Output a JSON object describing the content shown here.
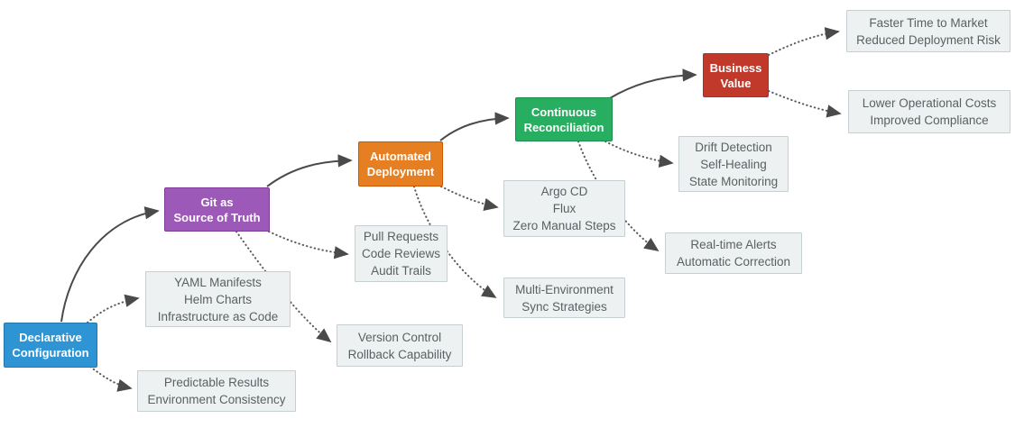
{
  "diagram": {
    "description": "GitOps flow diagram",
    "nodes": {
      "declarative": {
        "label": "Declarative\nConfiguration"
      },
      "git": {
        "label": "Git as\nSource of Truth"
      },
      "automated": {
        "label": "Automated\nDeployment"
      },
      "continuous": {
        "label": "Continuous\nReconciliation"
      },
      "business": {
        "label": "Business\nValue"
      }
    },
    "details": {
      "yaml": {
        "label": "YAML Manifests\nHelm Charts\nInfrastructure as Code"
      },
      "predictable": {
        "label": "Predictable Results\nEnvironment Consistency"
      },
      "pull": {
        "label": "Pull Requests\nCode Reviews\nAudit Trails"
      },
      "version": {
        "label": "Version Control\nRollback Capability"
      },
      "argo": {
        "label": "Argo CD\nFlux\nZero Manual Steps"
      },
      "multienv": {
        "label": "Multi-Environment\nSync Strategies"
      },
      "drift": {
        "label": "Drift Detection\nSelf-Healing\nState Monitoring"
      },
      "realtime": {
        "label": "Real-time Alerts\nAutomatic Correction"
      },
      "faster": {
        "label": "Faster Time to Market\nReduced Deployment Risk"
      },
      "lower": {
        "label": "Lower Operational Costs\nImproved Compliance"
      }
    }
  },
  "colors": {
    "node-blue": "#2E94D4",
    "node-blue-border": "#2477AC",
    "node-purple": "#9C59B8",
    "node-purple-border": "#7D3C98",
    "node-orange": "#E67E22",
    "node-orange-border": "#D35400",
    "node-green": "#27AE60",
    "node-green-border": "#1F8B4D",
    "node-red": "#C0392B",
    "node-red-border": "#A93226",
    "detail-bg": "#EDF1F2",
    "detail-border": "#C6CFD2",
    "detail-text": "#5A6163",
    "edge-solid": "#4A4A4A",
    "edge-dotted": "#5B5B5B"
  }
}
